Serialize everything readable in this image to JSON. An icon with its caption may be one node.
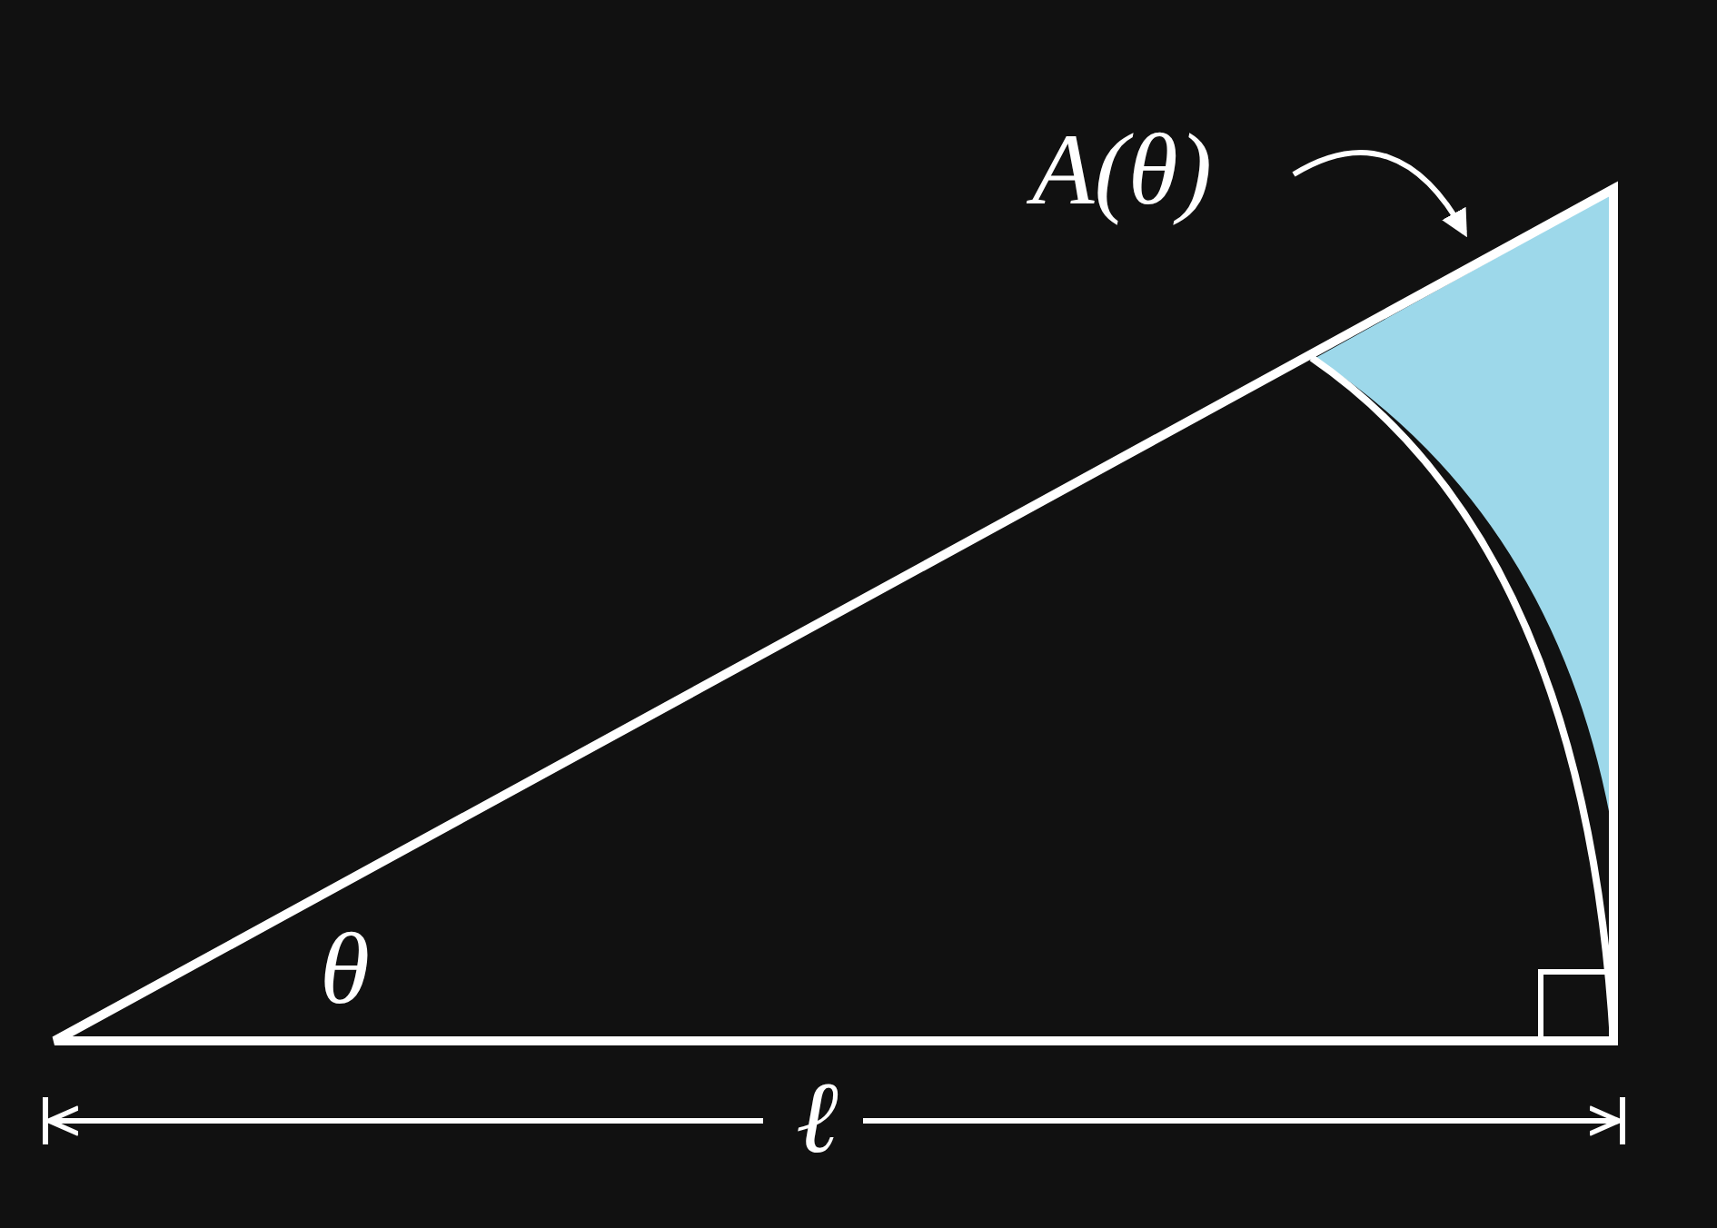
{
  "diagram": {
    "nodes": [
      {
        "text": [
          "A(θ)"
        ]
      },
      {
        "text": [],
        "shape": "region"
      }
    ],
    "edges": [
      {
        "from": 0,
        "to": 1,
        "arrow": "to"
      }
    ],
    "labels": [
      "θ",
      "ℓ"
    ]
  }
}
